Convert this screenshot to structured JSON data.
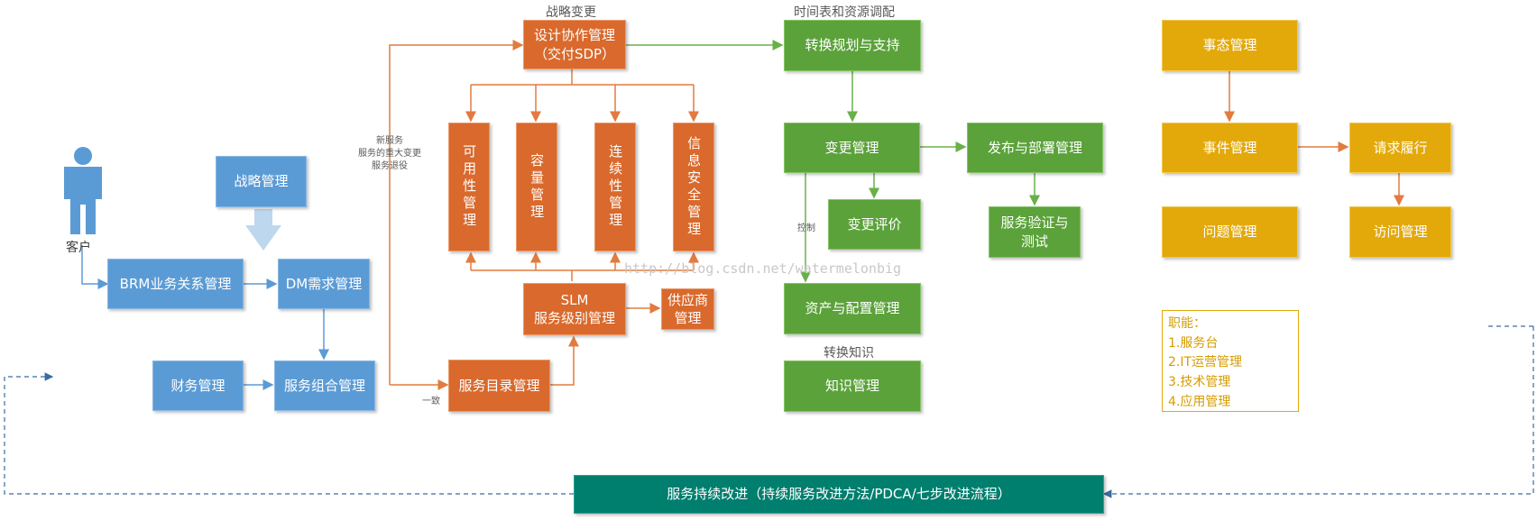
{
  "colors": {
    "blue": "#5b9bd5",
    "orange": "#d9692c",
    "green": "#5ba23a",
    "yellow": "#e3a90a",
    "teal": "#007e6e"
  },
  "customer": {
    "icon": "person-icon",
    "label": "客户"
  },
  "strategy": {
    "strategy_mgmt": "战略管理",
    "brm": "BRM业务关系管理",
    "dm": "DM需求管理",
    "finance": "财务管理",
    "portfolio": "服务组合管理"
  },
  "design": {
    "header": "战略变更",
    "sdp": "设计协作管理\n（交付SDP）",
    "availability": "可用性管理",
    "capacity": "容量管理",
    "continuity": "连续性管理",
    "security": "信息安全管理",
    "slm": "SLM\n服务级别管理",
    "supplier": "供应商\n管理",
    "catalog": "服务目录管理",
    "new_service_note": "新服务\n服务的重大变更\n服务退役",
    "consistent_note": "一致"
  },
  "transition": {
    "header": "时间表和资源调配",
    "planning": "转换规划与支持",
    "change": "变更管理",
    "release": "发布与部署管理",
    "change_eval": "变更评价",
    "validation": "服务验证与\n测试",
    "control_note": "控制",
    "asset": "资产与配置管理",
    "knowledge_header": "转换知识",
    "knowledge": "知识管理"
  },
  "operation": {
    "event": "事态管理",
    "incident": "事件管理",
    "request": "请求履行",
    "problem": "问题管理",
    "access": "访问管理",
    "functions_title": "职能：",
    "functions": [
      "1.服务台",
      "2.IT运营管理",
      "3.技术管理",
      "4.应用管理"
    ]
  },
  "csi": "服务持续改进（持续服务改进方法/PDCA/七步改进流程）",
  "watermark": "http://blog.csdn.net/watermelonbig"
}
